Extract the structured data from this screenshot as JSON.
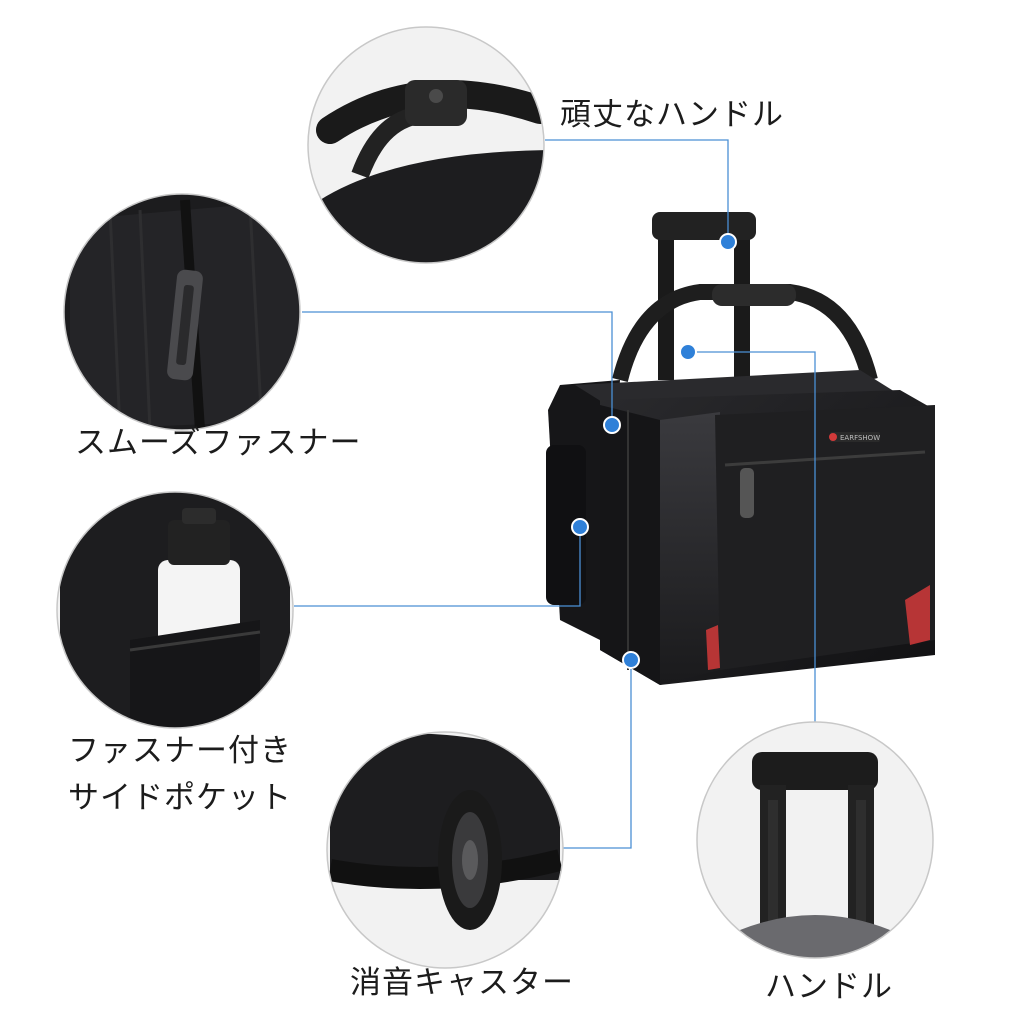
{
  "features": {
    "sturdy_handle": "頑丈なハンドル",
    "smooth_zipper": "スムーズファスナー",
    "side_pocket_line1": "ファスナー付き",
    "side_pocket_line2": "サイドポケット",
    "quiet_caster": "消音キャスター",
    "trolley_handle": "ハンドル"
  },
  "product": {
    "brand": "EARFSHOW"
  },
  "colors": {
    "callout_line": "#4a8fd4",
    "callout_dot": "#2f80d8",
    "circle_border": "#c8c8c8",
    "bag": "#1b1b1d",
    "accent": "#d23a3a"
  }
}
